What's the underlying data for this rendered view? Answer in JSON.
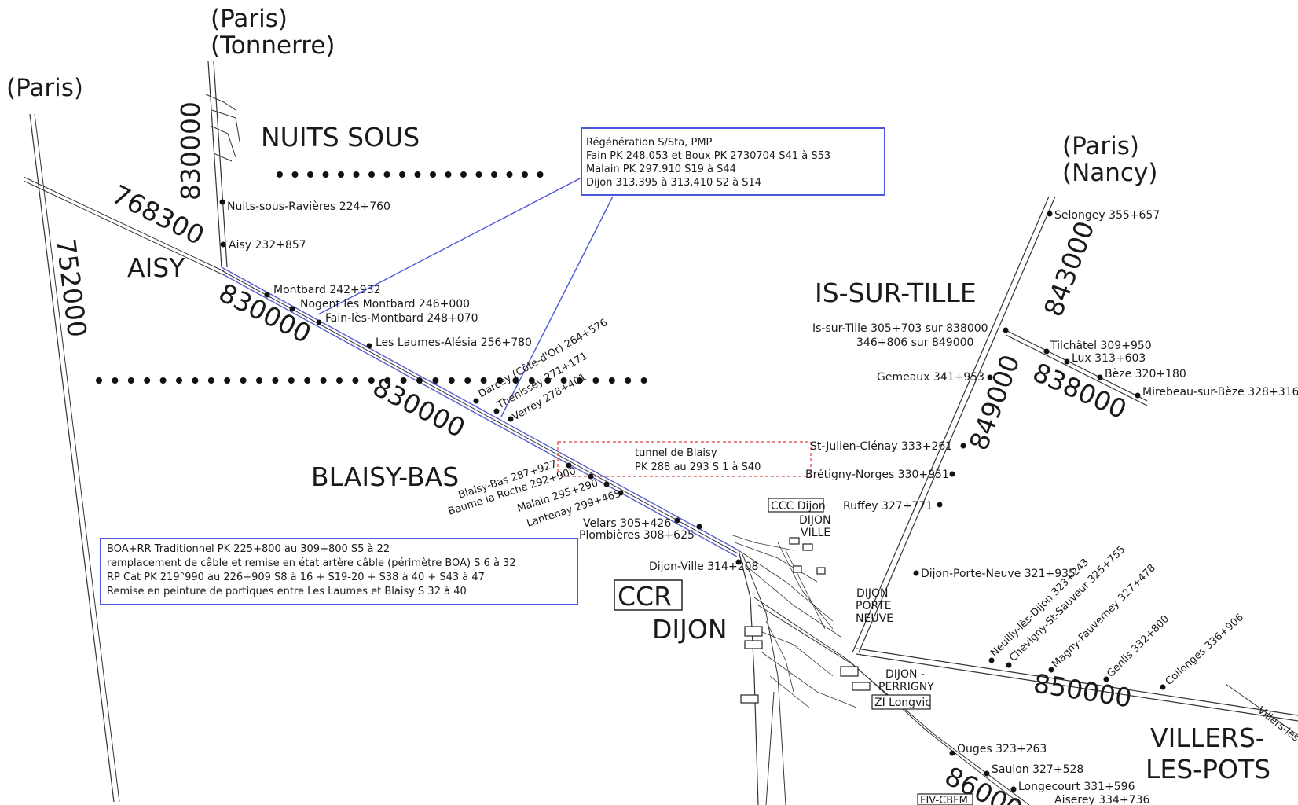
{
  "directions": {
    "paris_tonnerre": [
      "(Paris)",
      "(Tonnerre)"
    ],
    "paris_left": "(Paris)",
    "paris_nancy": [
      "(Paris)",
      "(Nancy)"
    ]
  },
  "regions": {
    "nuits_sous": "NUITS SOUS",
    "aisy": "AISY",
    "blaisy_bas": "BLAISY-BAS",
    "is_sur_tille": "IS-SUR-TILLE",
    "villers_les_pots": [
      "VILLERS-",
      "LES-POTS"
    ],
    "ccr": "CCR",
    "dijon": "DIJON"
  },
  "line_numbers": {
    "l830000_top": "830000",
    "l768300": "768300",
    "l752000": "752000",
    "l830000_mid": "830000",
    "l830000_low": "830000",
    "l843000": "843000",
    "l849000": "849000",
    "l838000": "838000",
    "l850000": "850000",
    "l860000": "86000"
  },
  "stations": {
    "nuits": "Nuits-sous-Ravières  224+760",
    "aisy": "Aisy  232+857",
    "montbard": "Montbard  242+932",
    "nogent": "Nogent  les  Montbard  246+000",
    "fain": "Fain-lès-Montbard  248+070",
    "laumes": "Les  Laumes-Alésia  256+780",
    "darcey": "Darcey (Côte-d'Or)  264+576",
    "thenissey": "Thenissey  271+171",
    "verrey": "Verrey  278+401",
    "blaisy": "Blaisy-Bas  287+927",
    "baume": "Baume  la  Roche  292+900",
    "malain": "Malain  295+290",
    "lantenay": "Lantenay  299+465",
    "velars": "Velars  305+426",
    "plombieres": "Plombières  308+625",
    "dijon_ville": "Dijon-Ville  314+208",
    "selongey": "Selongey  355+657",
    "is_sur_tille_1": "Is-sur-Tille  305+703  sur  838000",
    "is_sur_tille_2": "346+806  sur  849000",
    "gemeaux": "Gemeaux  341+953",
    "tilchatel": "Tilchâtel  309+950",
    "lux": "Lux  313+603",
    "beze": "Bèze  320+180",
    "mirebeau": "Mirebeau-sur-Bèze  328+316",
    "st_julien": "St-Julien-Clénay  333+261",
    "bretigny": "Brétigny-Norges  330+951",
    "ruffey": "Ruffey  327+771",
    "dijon_porte_neuve": "Dijon-Porte-Neuve  321+935",
    "neuilly": "Neuilly-lès-Dijon  323+243",
    "chevigny": "Chevigny-St-Sauveur  325+755",
    "magny": "Magny-Fauverney  327+478",
    "genlis": "Genlis  332+800",
    "collonges": "Collonges  336+906",
    "villers_les": "Villers-les",
    "ouges": "Ouges  323+263",
    "saulon": "Saulon  327+528",
    "longecourt": "Longecourt  331+596",
    "aiserey": "Aiserey  334+736"
  },
  "labels": {
    "ccc_dijon": "CCC Dijon",
    "dijon_ville_1": "DIJON",
    "dijon_ville_2": "VILLE",
    "dpn_1": "DIJON",
    "dpn_2": "PORTE",
    "dpn_3": "NEUVE",
    "dp_1": "DIJON -",
    "dp_2": "PERRIGNY",
    "zi_longvic": "ZI Longvic",
    "fiv_cbfm": "FIV-CBFM"
  },
  "notes": {
    "regeneration": [
      "Régénération  S/Sta,  PMP",
      "Fain  PK  248.053  et  Boux  PK  2730704  S41  à  S53",
      "Malain  PK  297.910  S19  à  S44",
      "Dijon  313.395  à  313.410  S2  à  S14"
    ],
    "tunnel": [
      "tunnel  de  Blaisy",
      "PK  288  au  293  S  1  à  S40"
    ],
    "boa": [
      "BOA+RR  Traditionnel  PK  225+800  au  309+800  S5  à  22",
      "remplacement  de  câble  et  remise  en  état  artère  câble  (périmètre  BOA)  S  6  à  32",
      "RP  Cat  PK  219°990  au  226+909  S8  à  16  +  S19-20  +  S38  à  40  +  S43  à  47",
      "Remise  en  peinture  de  portiques  entre  Les  Laumes  et  Blaisy  S  32  à  40"
    ]
  },
  "colors": {
    "note_border": "#4a57d8",
    "tunnel_border": "#e04040",
    "track": "#333333"
  }
}
